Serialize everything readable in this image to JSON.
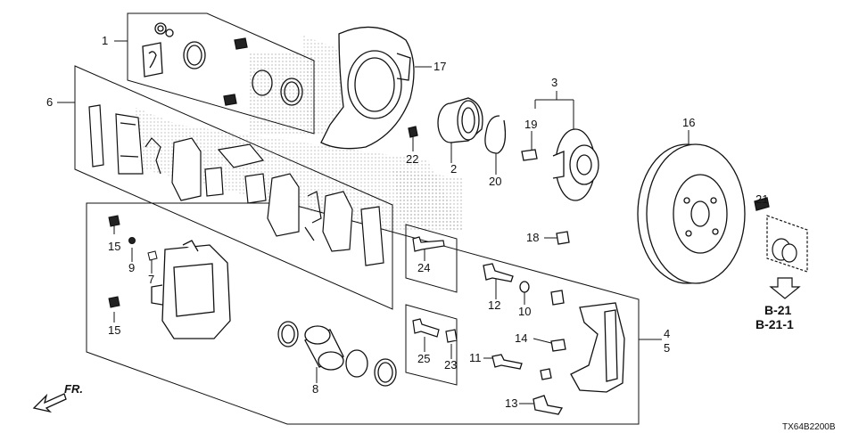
{
  "diagram": {
    "drawing_code": "TX64B2200B",
    "direction_label": "FR.",
    "reference_labels": [
      "B-21",
      "B-21-1"
    ],
    "callouts": {
      "c1": "1",
      "c2": "2",
      "c3": "3",
      "c4": "4",
      "c5": "5",
      "c6": "6",
      "c7": "7",
      "c8": "8",
      "c9": "9",
      "c10": "10",
      "c11": "11",
      "c12": "12",
      "c13": "13",
      "c14": "14",
      "c15a": "15",
      "c15b": "15",
      "c16": "16",
      "c17": "17",
      "c18": "18",
      "c19": "19",
      "c20": "20",
      "c21": "21",
      "c22": "22",
      "c23": "23",
      "c24": "24",
      "c25": "25"
    }
  }
}
